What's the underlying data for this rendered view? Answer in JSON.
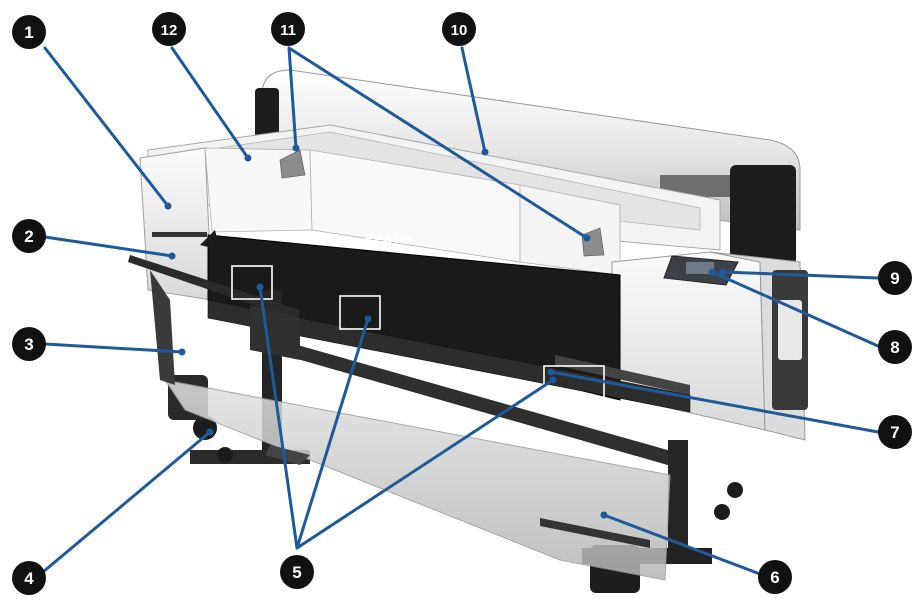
{
  "printer": {
    "brand_label": "EPSON"
  },
  "colors": {
    "callout_line": "#1e5a9a",
    "callout_badge": "#111111",
    "printer_body": "#eeeeee",
    "printer_dark": "#222222"
  },
  "callouts": [
    {
      "number": "1",
      "name": "callout-1"
    },
    {
      "number": "2",
      "name": "callout-2"
    },
    {
      "number": "3",
      "name": "callout-3"
    },
    {
      "number": "4",
      "name": "callout-4"
    },
    {
      "number": "5",
      "name": "callout-5"
    },
    {
      "number": "6",
      "name": "callout-6"
    },
    {
      "number": "7",
      "name": "callout-7"
    },
    {
      "number": "8",
      "name": "callout-8"
    },
    {
      "number": "9",
      "name": "callout-9"
    },
    {
      "number": "10",
      "name": "callout-10"
    },
    {
      "number": "11",
      "name": "callout-11"
    },
    {
      "number": "12",
      "name": "callout-12"
    }
  ]
}
